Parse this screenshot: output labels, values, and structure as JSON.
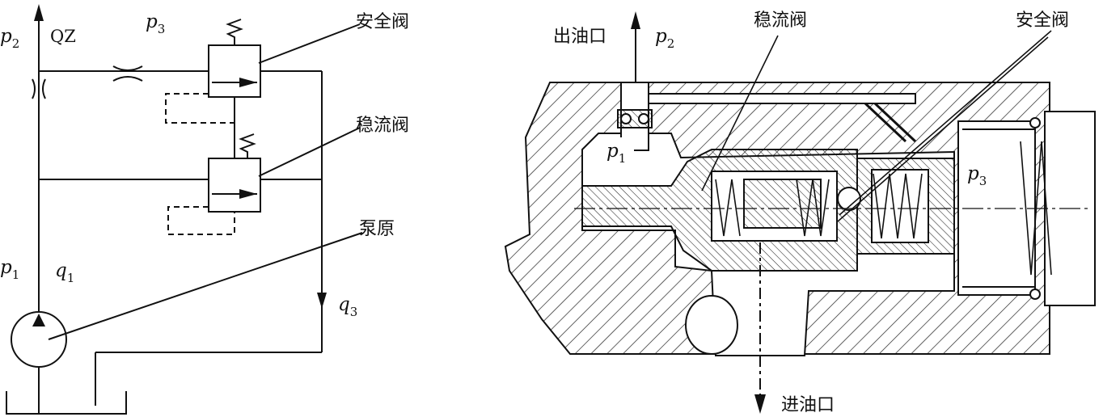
{
  "left_schematic": {
    "labels": {
      "p2": "p",
      "p2_sub": "2",
      "qz": "QZ",
      "p3": "p",
      "p3_sub": "3",
      "safety_valve": "安全阀",
      "flow_valve": "稳流阀",
      "pump": "泵原",
      "p1": "p",
      "p1_sub": "1",
      "q1": "q",
      "q1_sub": "1",
      "q3": "q",
      "q3_sub": "3"
    }
  },
  "right_section": {
    "labels": {
      "outlet": "出油口",
      "p2": "p",
      "p2_sub": "2",
      "flow_valve": "稳流阀",
      "safety_valve": "安全阀",
      "p1": "p",
      "p1_sub": "1",
      "p3": "p",
      "p3_sub": "3",
      "inlet": "进油口"
    }
  },
  "colors": {
    "line": "#111111",
    "background": "#ffffff"
  }
}
